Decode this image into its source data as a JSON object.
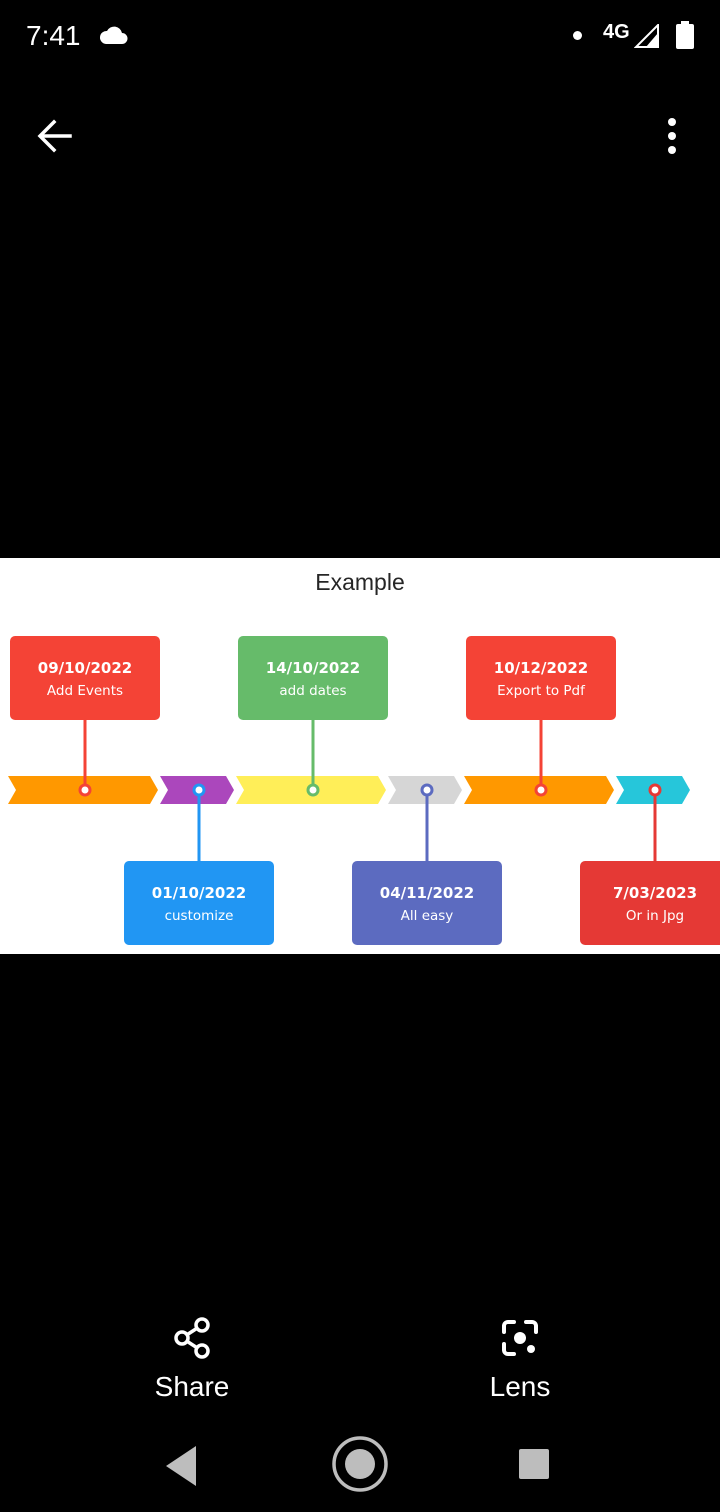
{
  "status_bar": {
    "time": "7:41",
    "network": "4G",
    "icons": [
      "cloud-icon",
      "notification-dot-icon",
      "signal-icon",
      "battery-icon"
    ]
  },
  "app_bar": {
    "back_icon": "arrow-back-icon",
    "menu_icon": "more-vert-icon"
  },
  "image": {
    "title": "Example",
    "timeline": [
      {
        "date": "09/10/2022",
        "text": "Add Events",
        "color": "#f44336",
        "segment_color": "#ff9800",
        "position": "above"
      },
      {
        "date": "01/10/2022",
        "text": "customize",
        "color": "#2196f3",
        "segment_color": "#ab47bc",
        "position": "below"
      },
      {
        "date": "14/10/2022",
        "text": "add dates",
        "color": "#66bb6a",
        "segment_color": "#ffee58",
        "position": "above"
      },
      {
        "date": "04/11/2022",
        "text": "All easy",
        "color": "#5c6bc0",
        "segment_color": "#d6d6d6",
        "position": "below"
      },
      {
        "date": "10/12/2022",
        "text": "Export to Pdf",
        "color": "#f44336",
        "segment_color": "#ff9800",
        "position": "above"
      },
      {
        "date": "7/03/2023",
        "text": "Or in Jpg",
        "color": "#e53935",
        "segment_color": "#26c6da",
        "position": "below"
      }
    ]
  },
  "actions": {
    "share_label": "Share",
    "share_icon": "share-icon",
    "lens_label": "Lens",
    "lens_icon": "lens-icon"
  },
  "nav_bar": {
    "icons": [
      "nav-back-icon",
      "nav-home-icon",
      "nav-recents-icon"
    ]
  }
}
